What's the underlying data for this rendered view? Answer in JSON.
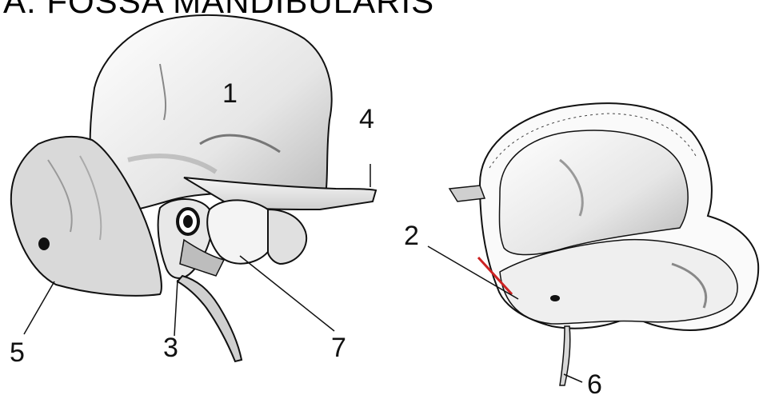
{
  "title": "A. FOSSA MANDIBULARIS",
  "labels": {
    "l1": "1",
    "l2": "2",
    "l3": "3",
    "l4": "4",
    "l5": "5",
    "l6": "6",
    "l7": "7"
  },
  "colors": {
    "ink": "#111111",
    "bone_shade": "#c8c8c8",
    "bone_light": "#f2f2f2",
    "highlight": "#cc2222"
  }
}
